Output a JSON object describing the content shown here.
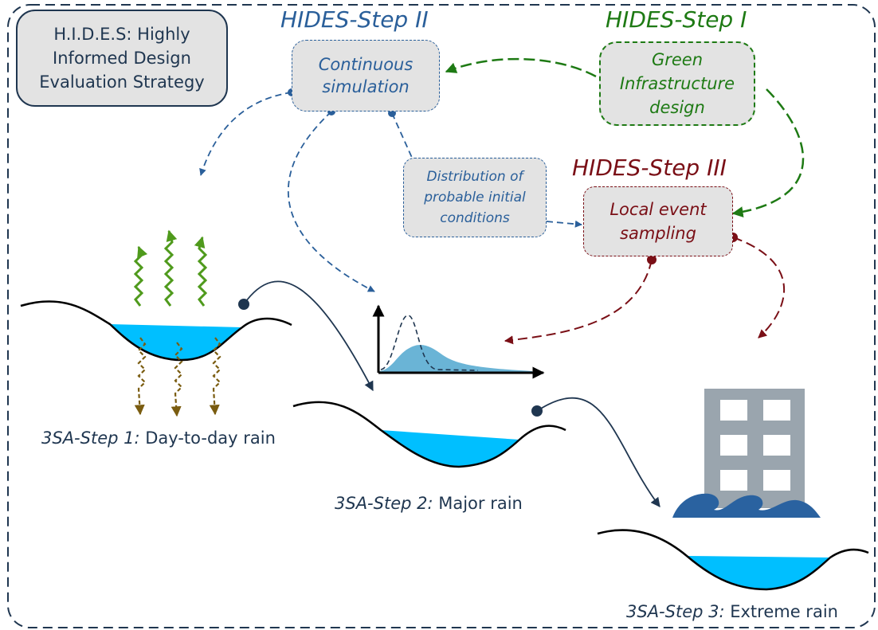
{
  "title_box": {
    "lines": [
      "H.I.D.E.S: Highly",
      "Informed Design",
      "Evaluation Strategy"
    ]
  },
  "hides": {
    "step1": {
      "heading": "HIDES-Step I",
      "box_lines": [
        "Green",
        "Infrastructure",
        "design"
      ]
    },
    "step2": {
      "heading": "HIDES-Step II",
      "box_lines": [
        "Continuous",
        "simulation"
      ]
    },
    "step3": {
      "heading": "HIDES-Step III",
      "box_lines": [
        "Local event",
        "sampling"
      ]
    }
  },
  "distribution_box": {
    "lines": [
      "Distribution of",
      "probable initial",
      "conditions"
    ]
  },
  "sa_steps": [
    {
      "prefix": "3SA-Step 1:",
      "text": " Day-to-day rain"
    },
    {
      "prefix": "3SA-Step 2:",
      "text": " Major rain"
    },
    {
      "prefix": "3SA-Step 3:",
      "text": " Extreme rain"
    }
  ],
  "colors": {
    "step1_green": "#1e7a14",
    "step2_blue": "#2a5f9a",
    "step3_red": "#7a0f16",
    "navy": "#1f3650",
    "water": "#00bfff",
    "evaporation": "#4f9a1c",
    "infiltration": "#7a5c10",
    "building": "#9aa5ae",
    "flood": "#2a62a0",
    "pdf_fill": "#6ab4d6"
  },
  "icons": [
    "evaporation-arrow-icon",
    "infiltration-arrow-icon",
    "building-icon",
    "flood-wave-icon",
    "probability-distribution-icon"
  ]
}
